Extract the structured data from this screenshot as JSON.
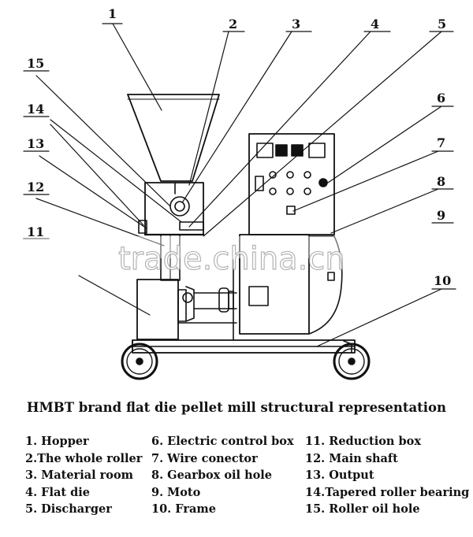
{
  "watermark": "trade.china.cn",
  "callouts": [
    "1",
    "2",
    "3",
    "4",
    "5",
    "6",
    "7",
    "8",
    "9",
    "10",
    "11",
    "12",
    "13",
    "14",
    "15"
  ],
  "caption": "HMBT brand flat die pellet mill structural representation",
  "legend": [
    [
      "1. Hopper",
      "2.The whole roller",
      "3. Material room",
      "4. Flat die",
      "5. Discharger"
    ],
    [
      "6. Electric control box",
      "7. Wire conector",
      "8. Gearbox oil hole",
      "9. Moto",
      "10. Frame"
    ],
    [
      "11. Reduction box",
      "12. Main shaft",
      "13. Output",
      "14.Tapered roller bearing",
      "15. Roller oil hole"
    ]
  ]
}
